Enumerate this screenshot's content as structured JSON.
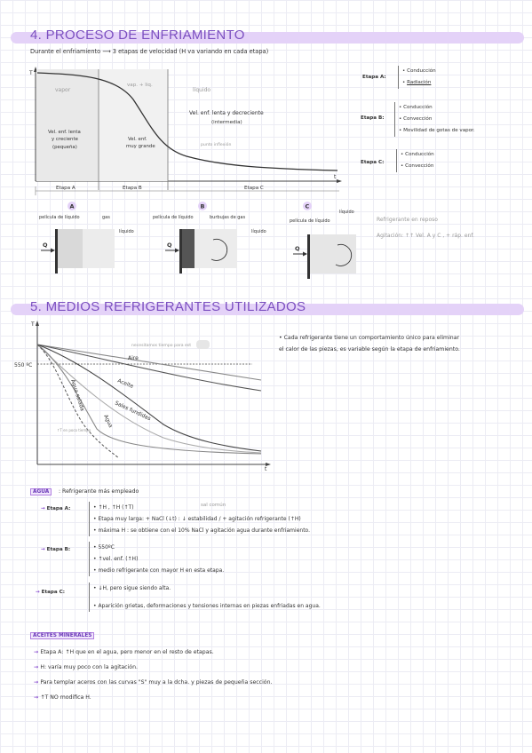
{
  "section4": {
    "title": "4. PROCESO DE ENFRIAMIENTO",
    "subtitle": "Durante el enfriamiento ⟶ 3 etapas de velocidad (H va variando en cada etapa)",
    "chart": {
      "axis_t": "T",
      "axis_time": "t",
      "region_vapor": "vapor",
      "region_vap_liq": "vap. + liq.",
      "region_liquido": "líquido",
      "note_a_1": "Vel. enf. lenta",
      "note_a_2": "y creciente",
      "note_a_3": "(pequeña)",
      "note_b_1": "Vel. enf.",
      "note_b_2": "muy grande",
      "note_c_1": "Vel. enf. lenta y decreciente",
      "note_c_2": "(intermedia)",
      "note_inflexion": "punto inflexión",
      "stage_a": "Etapa A",
      "stage_b": "Etapa B",
      "stage_c": "Etapa C"
    },
    "stages": [
      {
        "label": "Etapa A:",
        "items": [
          "Conducción",
          "Radiación"
        ]
      },
      {
        "label": "Etapa B:",
        "items": [
          "Conducción",
          "Convección",
          "Movilidad de gotas de vapor."
        ]
      },
      {
        "label": "Etapa C:",
        "items": [
          "Conducción",
          "Convección"
        ]
      }
    ],
    "diagrams": {
      "a": {
        "letter": "A",
        "film": "película de líquido",
        "gas": "gas",
        "liquid": "líquido",
        "q": "Q"
      },
      "b": {
        "letter": "B",
        "film": "película de líquido",
        "bubbles": "burbujas de gas",
        "liquid": "líquido",
        "q": "Q"
      },
      "c": {
        "letter": "C",
        "film": "película de líquido",
        "liquid": "líquido",
        "q": "Q"
      }
    },
    "refrigerant_note_1": "Refrigerante en reposo",
    "refrigerant_note_2": "Agitación: ↑↑ Vel. A y C , + ráp. enf."
  },
  "section5": {
    "title": "5. MEDIOS REFRIGERANTES UTILIZADOS",
    "chart": {
      "axis_t": "T",
      "axis_time": "t",
      "y_tick": "550 ºC",
      "note_max_time": "necesitamos tiempo para est",
      "curve_aire": "Aire",
      "curve_aceite": "Aceite",
      "curve_sales": "Sales fundidas",
      "curve_agua": "Agua",
      "curve_agua_salada": "Agua salada",
      "note_small": "↑T en poco tiempo"
    },
    "description": [
      "• Cada refrigerante tiene un comportamiento único para eliminar",
      "el calor de las piezas, es variable según la etapa de enfriamiento."
    ],
    "agua": {
      "tag": "AGUA",
      "intro": ": Refrigerante más empleado",
      "sal_note": "sal común",
      "stages": [
        {
          "label": "Etapa A:",
          "items": [
            "↑H , ↑H (↑T)",
            "Etapa muy larga: + NaCl (↓t) : ↓ estabilidad / + agitación refrigerante (↑H)",
            "máxima H : se obtiene con el 10% NaCl y agitación agua durante enfriamiento."
          ]
        },
        {
          "label": "Etapa B:",
          "items": [
            "550ºC",
            "↑vel. enf. (↑H)",
            "medio refrigerante con mayor H en esta etapa."
          ]
        },
        {
          "label": "Etapa C:",
          "items": [
            "↓H, pero sigue siendo alta.",
            "Aparición grietas, deformaciones y tensiones internas en piezas enfriadas en agua."
          ]
        }
      ]
    },
    "aceites": {
      "tag": "ACEITES MINERALES",
      "lines": [
        "Etapa A: ↑H que en el agua, pero menor en el resto de etapas.",
        "H: varía muy poco con la agitación.",
        "Para templar aceros con las curvas \"S\" muy a la dcha. y piezas de pequeña sección.",
        "↑T NO modifica H."
      ]
    }
  }
}
